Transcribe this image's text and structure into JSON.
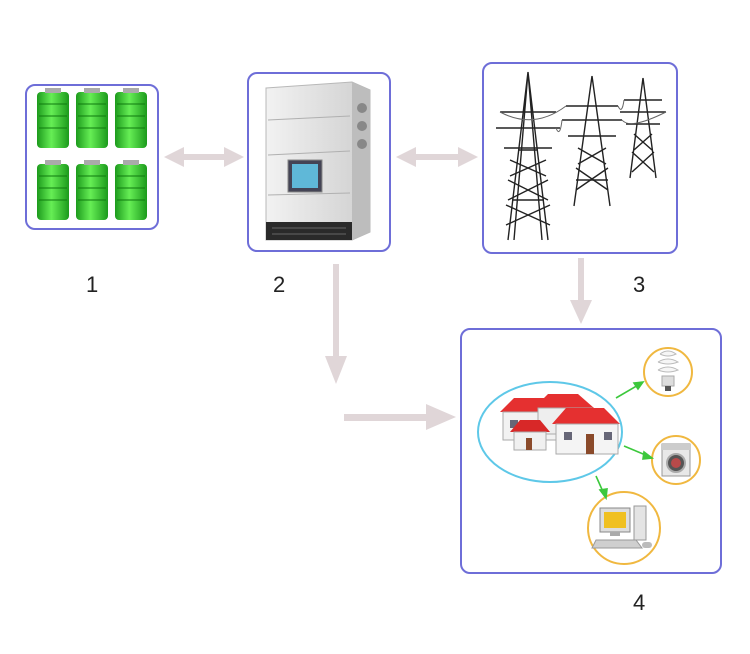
{
  "nodes": [
    {
      "id": "battery-bank",
      "label": "1"
    },
    {
      "id": "inverter",
      "label": "2"
    },
    {
      "id": "power-grid",
      "label": "3"
    },
    {
      "id": "home-loads",
      "label": "4"
    }
  ],
  "icons": {
    "battery": "battery-icon",
    "inverter": "inverter-icon",
    "tower": "transmission-tower-icon",
    "house": "house-icon",
    "bulb": "light-bulb-icon",
    "washer": "washing-machine-icon",
    "computer": "computer-icon"
  },
  "colors": {
    "box_border": "#6e6ed8",
    "arrow": "#e0d6d8",
    "battery_green": "#3ccf3c",
    "roof_red": "#e53030",
    "load_ring": "#f0b840",
    "house_ring": "#5ec8e8",
    "load_arrow": "#3cc83c"
  }
}
